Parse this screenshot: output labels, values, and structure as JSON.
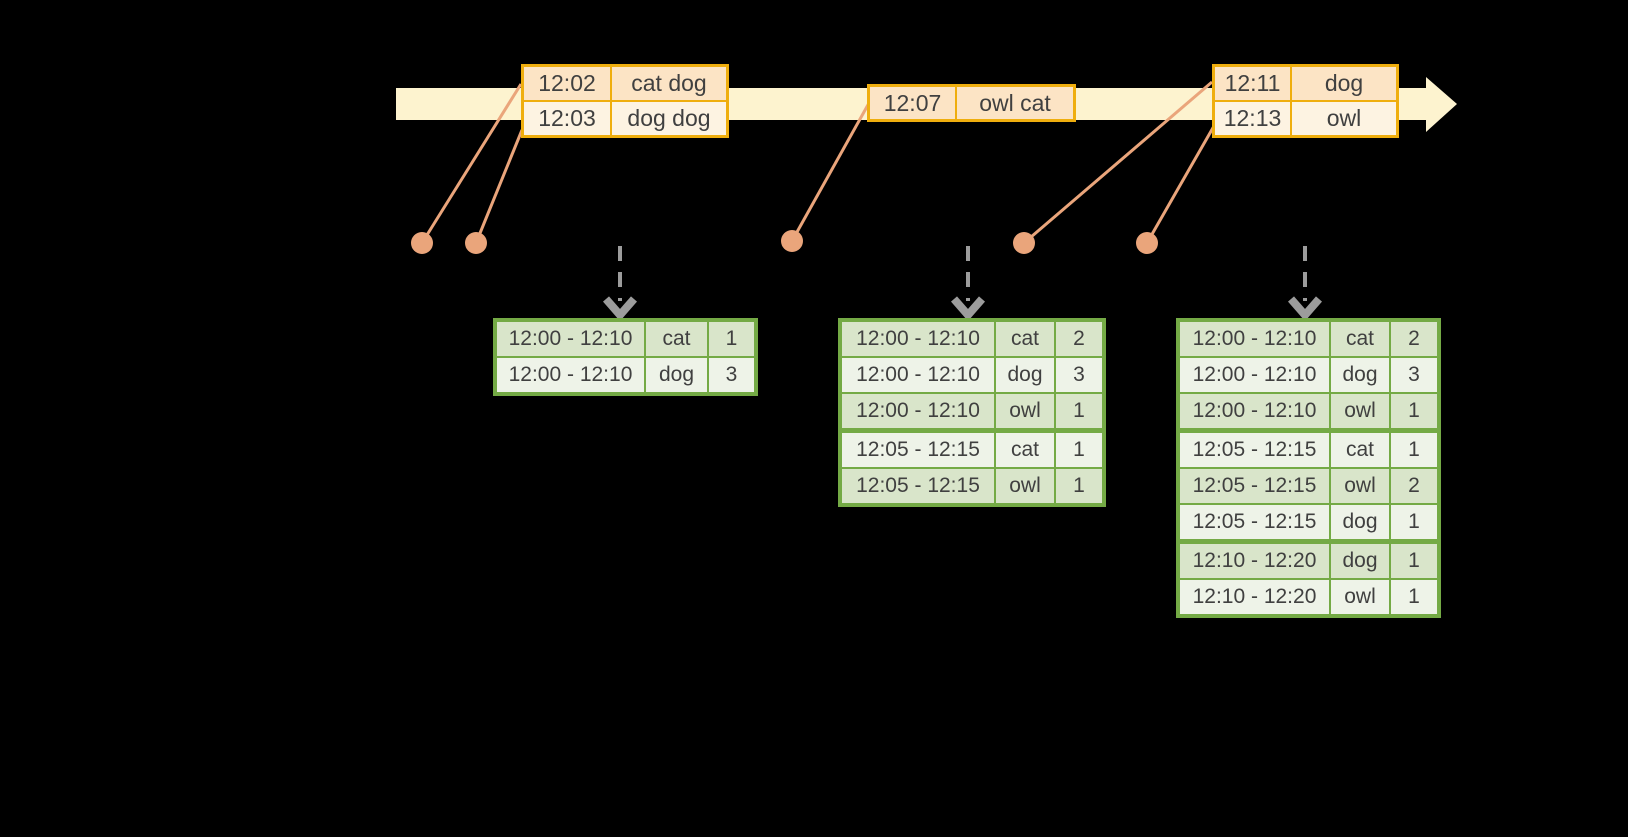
{
  "diagram": {
    "kind": "streaming-windowed-aggregation-timeline",
    "colors": {
      "background": "#000000",
      "timeline_fill": "#fdf3cf",
      "event_table_border": "#efae0e",
      "event_row_dark": "#fce4c5",
      "event_row_light": "#fdf3e2",
      "connector_salmon": "#eaa57b",
      "trigger_arrow_gray": "#9c9c9c",
      "result_table_border": "#74aa45",
      "result_row_dark": "#d9e5ca",
      "result_row_light": "#eef3e8",
      "text": "#404040"
    }
  },
  "event_tables": [
    {
      "rows": [
        [
          "12:02",
          "cat dog"
        ],
        [
          "12:03",
          "dog dog"
        ]
      ]
    },
    {
      "rows": [
        [
          "12:07",
          "owl cat"
        ]
      ]
    },
    {
      "rows": [
        [
          "12:11",
          "dog"
        ],
        [
          "12:13",
          "owl"
        ]
      ]
    }
  ],
  "result_tables": [
    {
      "group_breaks": [],
      "rows": [
        [
          "12:00 - 12:10",
          "cat",
          "1"
        ],
        [
          "12:00 - 12:10",
          "dog",
          "3"
        ]
      ]
    },
    {
      "group_breaks": [
        3
      ],
      "rows": [
        [
          "12:00 - 12:10",
          "cat",
          "2"
        ],
        [
          "12:00 - 12:10",
          "dog",
          "3"
        ],
        [
          "12:00 - 12:10",
          "owl",
          "1"
        ],
        [
          "12:05 - 12:15",
          "cat",
          "1"
        ],
        [
          "12:05 - 12:15",
          "owl",
          "1"
        ]
      ]
    },
    {
      "group_breaks": [
        3,
        6
      ],
      "rows": [
        [
          "12:00 - 12:10",
          "cat",
          "2"
        ],
        [
          "12:00 - 12:10",
          "dog",
          "3"
        ],
        [
          "12:00 - 12:10",
          "owl",
          "1"
        ],
        [
          "12:05 - 12:15",
          "cat",
          "1"
        ],
        [
          "12:05 - 12:15",
          "owl",
          "2"
        ],
        [
          "12:05 - 12:15",
          "dog",
          "1"
        ],
        [
          "12:10 - 12:20",
          "dog",
          "1"
        ],
        [
          "12:10 - 12:20",
          "owl",
          "1"
        ]
      ]
    }
  ]
}
